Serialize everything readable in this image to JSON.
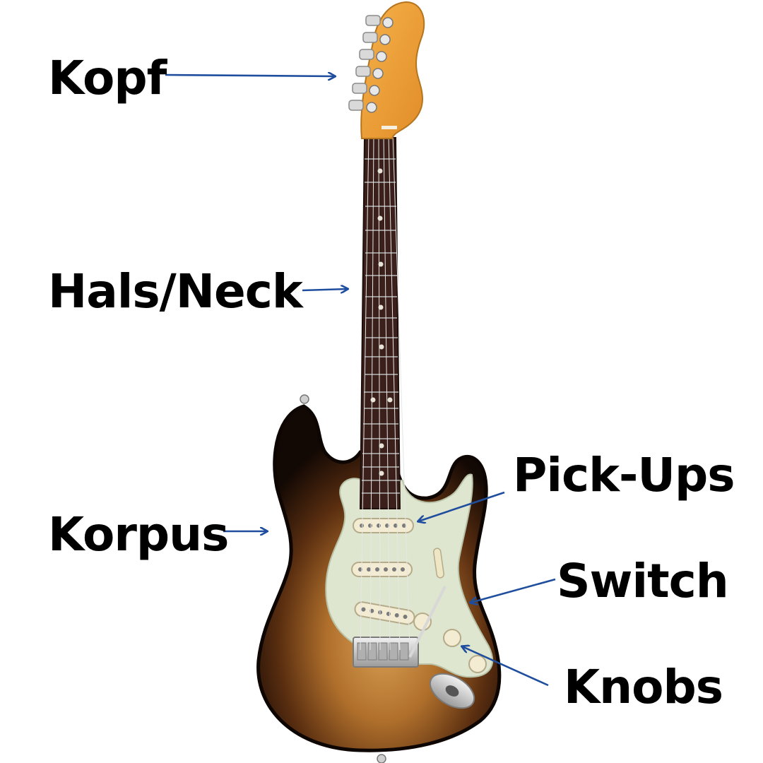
{
  "labels": {
    "kopf": "Kopf",
    "hals": "Hals/Neck",
    "korpus": "Korpus",
    "pickups": "Pick-Ups",
    "switch": "Switch",
    "knobs": "Knobs"
  },
  "colors": {
    "label_text": "#000000",
    "arrow": "#1f4e9e",
    "headstock": "#f0a23a",
    "fretboard": "#3a1f1a",
    "body_center": "#c98a3c",
    "body_edge": "#1a0d05",
    "pickguard": "#dfe6cf",
    "pickup": "#f3ecd2",
    "hardware": "#c8c8c8"
  },
  "illustration": {
    "subject": "electric-guitar",
    "icon": "guitar-icon"
  }
}
